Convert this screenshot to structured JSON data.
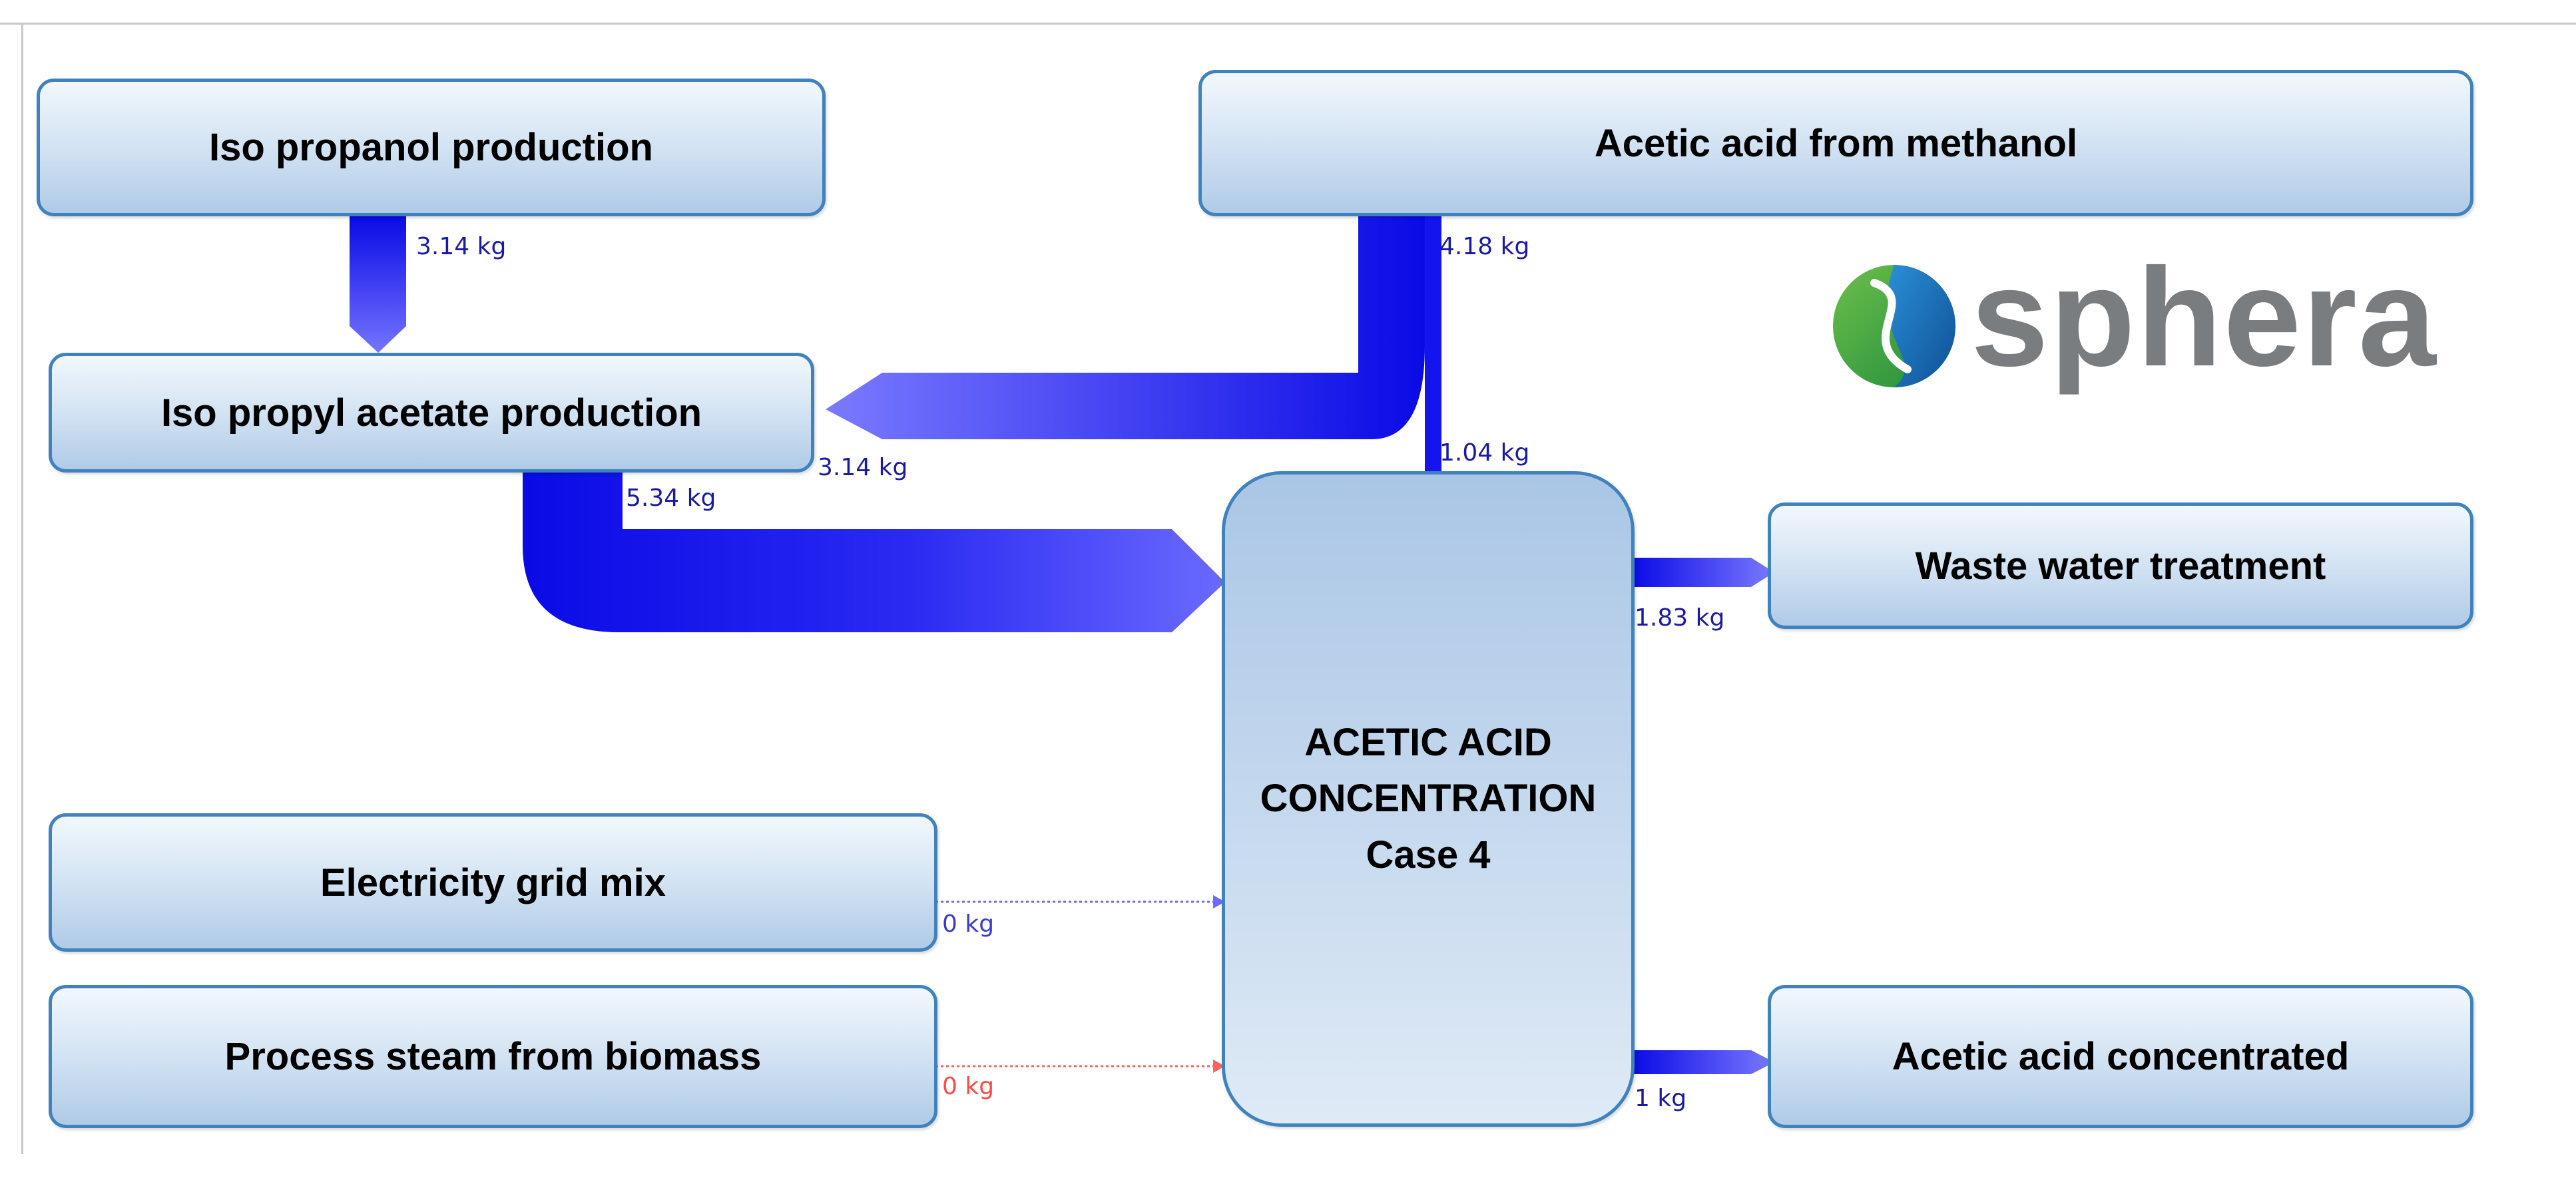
{
  "diagram": {
    "nodes": {
      "iso_propanol": "Iso propanol production",
      "acetic_methanol": "Acetic acid from methanol",
      "iso_propyl_acetate": "Iso propyl acetate production",
      "central": [
        "ACETIC ACID",
        "CONCENTRATION",
        "Case 4"
      ],
      "waste_water": "Waste water treatment",
      "electricity": "Electricity grid mix",
      "steam": "Process steam from biomass",
      "acetic_concentrated": "Acetic acid concentrated"
    },
    "flows": [
      {
        "from": "Iso propanol production",
        "to": "Iso propyl acetate production",
        "label": "3.14 kg",
        "value": 3.14,
        "color": "#2b2bf5"
      },
      {
        "from": "Acetic acid from methanol",
        "to": "Iso propyl acetate production",
        "label": "3.14 kg",
        "value": 3.14,
        "color": "#2b2bf5"
      },
      {
        "from": "Acetic acid from methanol",
        "to": "ACETIC ACID CONCENTRATION Case 4",
        "label": "1.04 kg",
        "value": 1.04,
        "color": "#2b2bf5"
      },
      {
        "from": "Acetic acid from methanol",
        "to": "split",
        "label": "4.18 kg",
        "value": 4.18,
        "color": "#2b2bf5"
      },
      {
        "from": "Iso propyl acetate production",
        "to": "ACETIC ACID CONCENTRATION Case 4",
        "label": "5.34 kg",
        "value": 5.34,
        "color": "#2b2bf5"
      },
      {
        "from": "ACETIC ACID CONCENTRATION Case 4",
        "to": "Waste water treatment",
        "label": "1.83 kg",
        "value": 1.83,
        "color": "#2b2bf5"
      },
      {
        "from": "Electricity grid mix",
        "to": "ACETIC ACID CONCENTRATION Case 4",
        "label": "0 kg",
        "value": 0,
        "color": "#6b6bff"
      },
      {
        "from": "Process steam from biomass",
        "to": "ACETIC ACID CONCENTRATION Case 4",
        "label": "0 kg",
        "value": 0,
        "color": "#ff6060"
      },
      {
        "from": "ACETIC ACID CONCENTRATION Case 4",
        "to": "Acetic acid concentrated",
        "label": "1 kg",
        "value": 1,
        "color": "#2b2bf5"
      }
    ]
  },
  "logo": {
    "text": "sphera",
    "colors": {
      "green": "#2e9e46",
      "blue": "#1d6fb8",
      "text": "#7a7d80"
    }
  },
  "colors": {
    "flow_dark": "#0a0ae6",
    "flow_light": "#7a7aff",
    "box_border": "#3f82bd",
    "steam": "#ff6060",
    "electricity": "#6b6bff"
  }
}
